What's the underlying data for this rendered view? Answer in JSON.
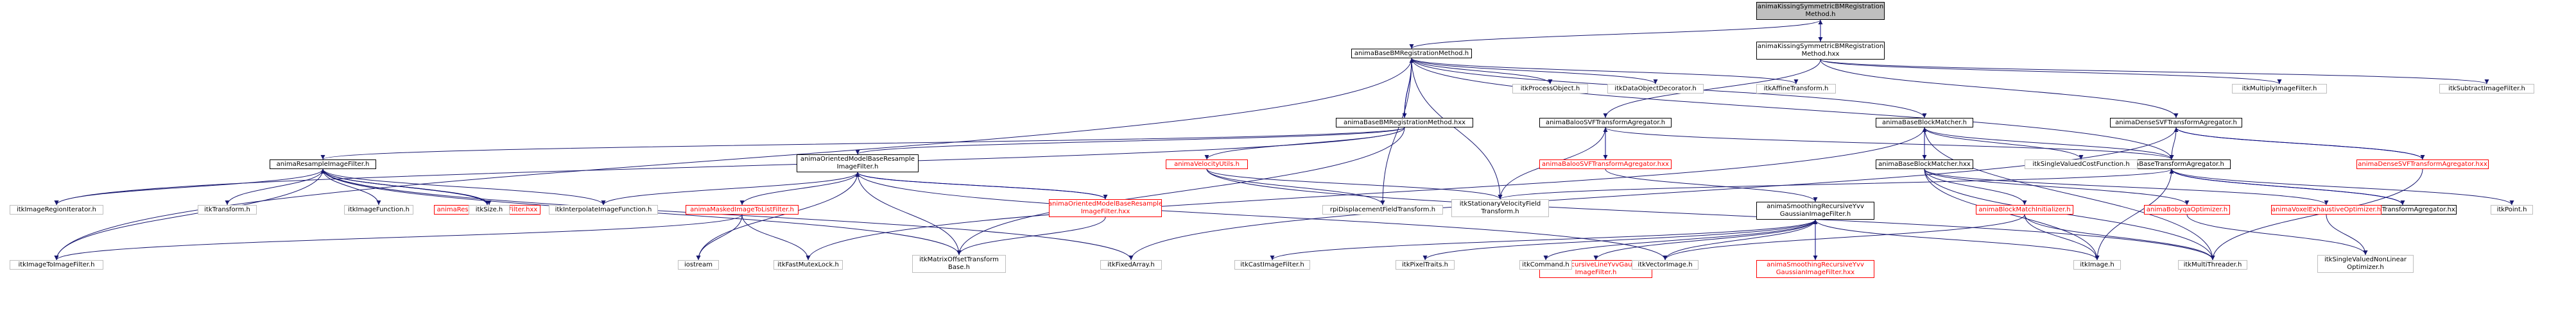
{
  "colors": {
    "edge_include": "#191970",
    "edge_back": "#000080",
    "missing_border": "#ff0000",
    "root_fill": "#bfbfbf",
    "leaf_border": "#bfbfbf"
  },
  "nodes": [
    {
      "id": "root",
      "kind": "root",
      "label": "animaKissingSymmetricBMRegistration\nMethod.h"
    },
    {
      "id": "ksbmhxx",
      "kind": "main",
      "label": "animaKissingSymmetricBMRegistration\nMethod.hxx"
    },
    {
      "id": "bbmh",
      "kind": "main",
      "label": "animaBaseBMRegistrationMethod.h"
    },
    {
      "id": "bbmhxx",
      "kind": "main",
      "label": "animaBaseBMRegistrationMethod.hxx"
    },
    {
      "id": "rsfh",
      "kind": "main",
      "label": "animaResampleImageFilter.h"
    },
    {
      "id": "ombrh",
      "kind": "main",
      "label": "animaOrientedModelBaseResample\nImageFilter.h"
    },
    {
      "id": "velu",
      "kind": "red",
      "label": "animaVelocityUtils.h"
    },
    {
      "id": "balh",
      "kind": "main",
      "label": "animaBalooSVFTransformAgregator.h"
    },
    {
      "id": "balhxx",
      "kind": "red",
      "label": "animaBalooSVFTransformAgregator.hxx"
    },
    {
      "id": "bmh",
      "kind": "main",
      "label": "animaBaseBlockMatcher.h"
    },
    {
      "id": "bmhxx",
      "kind": "main",
      "label": "animaBaseBlockMatcher.hxx"
    },
    {
      "id": "dsvfh",
      "kind": "main",
      "label": "animaDenseSVFTransformAgregator.h"
    },
    {
      "id": "dsvfhxx",
      "kind": "red",
      "label": "animaDenseSVFTransformAgregator.hxx"
    },
    {
      "id": "btah",
      "kind": "main",
      "label": "animaBaseTransformAgregator.h"
    },
    {
      "id": "btahxx",
      "kind": "main",
      "label": "animaBaseTransformAgregator.hxx"
    },
    {
      "id": "srvh",
      "kind": "main",
      "label": "animaSmoothingRecursiveYvv\nGaussianImageFilter.h"
    },
    {
      "id": "srvhxx",
      "kind": "red",
      "label": "animaSmoothingRecursiveYvv\nGaussianImageFilter.hxx"
    },
    {
      "id": "rlyv",
      "kind": "red",
      "label": "animaRecursiveLineYvvGaussian\nImageFilter.h"
    },
    {
      "id": "bmmi",
      "kind": "red",
      "label": "animaBlockMatchInitializer.h"
    },
    {
      "id": "bobyqa",
      "kind": "red",
      "label": "animaBobyqaOptimizer.h"
    },
    {
      "id": "voxel",
      "kind": "red",
      "label": "animaVoxelExhaustiveOptimizer.h"
    },
    {
      "id": "mimtl",
      "kind": "red",
      "label": "animaMaskedImageToListFilter.h"
    },
    {
      "id": "ombrhxx",
      "kind": "red",
      "label": "animaOrientedModelBaseResample\nImageFilter.hxx"
    },
    {
      "id": "rsfhxx",
      "kind": "red",
      "label": "animaResampleImageFilter.hxx"
    },
    {
      "id": "itkProcessObject",
      "kind": "leaf",
      "label": "itkProcessObject.h"
    },
    {
      "id": "itkDataObjectDecorator",
      "kind": "leaf",
      "label": "itkDataObjectDecorator.h"
    },
    {
      "id": "itkAffineTransform",
      "kind": "leaf",
      "label": "itkAffineTransform.h"
    },
    {
      "id": "itkMultiplyImageFilter",
      "kind": "leaf",
      "label": "itkMultiplyImageFilter.h"
    },
    {
      "id": "itkSubtractImageFilter",
      "kind": "leaf",
      "label": "itkSubtractImageFilter.h"
    },
    {
      "id": "itkSingleValuedCostFunction",
      "kind": "leaf",
      "label": "itkSingleValuedCostFunction.h"
    },
    {
      "id": "itkImageRegionIterator",
      "kind": "leaf",
      "label": "itkImageRegionIterator.h"
    },
    {
      "id": "itkTransform",
      "kind": "leaf",
      "label": "itkTransform.h"
    },
    {
      "id": "itkImageFunction",
      "kind": "leaf",
      "label": "itkImageFunction.h"
    },
    {
      "id": "itkSize",
      "kind": "leaf",
      "label": "itkSize.h"
    },
    {
      "id": "itkInterpolateImageFunction",
      "kind": "leaf",
      "label": "itkInterpolateImageFunction.h"
    },
    {
      "id": "rpiDisplacementFieldTransform",
      "kind": "leaf",
      "label": "rpiDisplacementFieldTransform.h"
    },
    {
      "id": "itkStationaryVelocityField",
      "kind": "leaf",
      "label": "itkStationaryVelocityField\nTransform.h"
    },
    {
      "id": "itkPoint",
      "kind": "leaf",
      "label": "itkPoint.h"
    },
    {
      "id": "itkImageToImageFilter",
      "kind": "leaf",
      "label": "itkImageToImageFilter.h"
    },
    {
      "id": "iostream",
      "kind": "leaf",
      "label": "iostream"
    },
    {
      "id": "itkFastMutexLock",
      "kind": "leaf",
      "label": "itkFastMutexLock.h"
    },
    {
      "id": "itkMatrixOffsetTransformBase",
      "kind": "leaf",
      "label": "itkMatrixOffsetTransform\nBase.h"
    },
    {
      "id": "itkFixedArray",
      "kind": "leaf",
      "label": "itkFixedArray.h"
    },
    {
      "id": "itkCastImageFilter",
      "kind": "leaf",
      "label": "itkCastImageFilter.h"
    },
    {
      "id": "itkPixelTraits",
      "kind": "leaf",
      "label": "itkPixelTraits.h"
    },
    {
      "id": "itkCommand",
      "kind": "leaf",
      "label": "itkCommand.h"
    },
    {
      "id": "itkVectorImage",
      "kind": "leaf",
      "label": "itkVectorImage.h"
    },
    {
      "id": "itkImage",
      "kind": "leaf",
      "label": "itkImage.h"
    },
    {
      "id": "itkMultiThreader",
      "kind": "leaf",
      "label": "itkMultiThreader.h"
    },
    {
      "id": "itkSingleValuedNonLinearOptimizer",
      "kind": "leaf",
      "label": "itkSingleValuedNonLinear\nOptimizer.h"
    }
  ],
  "edges": [
    [
      "root",
      "bbmh"
    ],
    [
      "root",
      "ksbmhxx"
    ],
    [
      "ksbmhxx",
      "root"
    ],
    [
      "ksbmhxx",
      "dsvfh"
    ],
    [
      "ksbmhxx",
      "balh"
    ],
    [
      "ksbmhxx",
      "itkMultiplyImageFilter"
    ],
    [
      "ksbmhxx",
      "itkSubtractImageFilter"
    ],
    [
      "bbmh",
      "bbmhxx"
    ],
    [
      "bbmhxx",
      "bbmh"
    ],
    [
      "bbmh",
      "itkProcessObject"
    ],
    [
      "bbmh",
      "itkDataObjectDecorator"
    ],
    [
      "bbmh",
      "itkAffineTransform"
    ],
    [
      "bbmh",
      "itkStationaryVelocityField"
    ],
    [
      "bbmh",
      "rpiDisplacementFieldTransform"
    ],
    [
      "bbmh",
      "bmh"
    ],
    [
      "bbmh",
      "btah"
    ],
    [
      "bbmh",
      "itkImageToImageFilter"
    ],
    [
      "bbmhxx",
      "rsfh"
    ],
    [
      "bbmhxx",
      "ombrh"
    ],
    [
      "bbmhxx",
      "velu"
    ],
    [
      "bbmhxx",
      "itkImageRegionIterator"
    ],
    [
      "bbmhxx",
      "itkMatrixOffsetTransformBase"
    ],
    [
      "rsfh",
      "rsfhxx"
    ],
    [
      "rsfhxx",
      "rsfh"
    ],
    [
      "rsfh",
      "itkImageRegionIterator"
    ],
    [
      "rsfh",
      "itkTransform"
    ],
    [
      "rsfh",
      "itkImageFunction"
    ],
    [
      "rsfh",
      "itkSize"
    ],
    [
      "rsfh",
      "itkInterpolateImageFunction"
    ],
    [
      "rsfh",
      "itkImageToImageFilter"
    ],
    [
      "rsfh",
      "itkMatrixOffsetTransformBase"
    ],
    [
      "rsfh",
      "itkFixedArray"
    ],
    [
      "ombrh",
      "ombrhxx"
    ],
    [
      "ombrhxx",
      "ombrh"
    ],
    [
      "ombrh",
      "mimtl"
    ],
    [
      "ombrh",
      "itkInterpolateImageFunction"
    ],
    [
      "ombrh",
      "iostream"
    ],
    [
      "ombrh",
      "itkMatrixOffsetTransformBase"
    ],
    [
      "ombrh",
      "itkVectorImage"
    ],
    [
      "ombrhxx",
      "itkMatrixOffsetTransformBase"
    ],
    [
      "mimtl",
      "itkImageToImageFilter"
    ],
    [
      "mimtl",
      "iostream"
    ],
    [
      "mimtl",
      "itkFastMutexLock"
    ],
    [
      "velu",
      "rpiDisplacementFieldTransform"
    ],
    [
      "velu",
      "itkStationaryVelocityField"
    ],
    [
      "velu",
      "itkMultiThreader"
    ],
    [
      "balh",
      "balhxx"
    ],
    [
      "balhxx",
      "balh"
    ],
    [
      "balh",
      "btah"
    ],
    [
      "balh",
      "itkStationaryVelocityField"
    ],
    [
      "balhxx",
      "srvh"
    ],
    [
      "bmh",
      "bmhxx"
    ],
    [
      "bmhxx",
      "bmh"
    ],
    [
      "bmh",
      "btah"
    ],
    [
      "bmh",
      "itkSingleValuedCostFunction"
    ],
    [
      "bmh",
      "itkMultiThreader"
    ],
    [
      "bmh",
      "itkFastMutexLock"
    ],
    [
      "bmhxx",
      "bmmi"
    ],
    [
      "bmhxx",
      "bobyqa"
    ],
    [
      "bmhxx",
      "voxel"
    ],
    [
      "bmhxx",
      "itkImage"
    ],
    [
      "bmhxx",
      "itkMultiThreader"
    ],
    [
      "dsvfh",
      "dsvfhxx"
    ],
    [
      "dsvfhxx",
      "dsvfh"
    ],
    [
      "dsvfh",
      "btah"
    ],
    [
      "dsvfhxx",
      "itkMultiThreader"
    ],
    [
      "dsvfh",
      "itkFixedArray"
    ],
    [
      "btah",
      "btahxx"
    ],
    [
      "btahxx",
      "btah"
    ],
    [
      "btah",
      "itkPoint"
    ],
    [
      "btah",
      "itkImage"
    ],
    [
      "btah",
      "itkStationaryVelocityField"
    ],
    [
      "srvh",
      "srvhxx"
    ],
    [
      "srvhxx",
      "srvh"
    ],
    [
      "srvh",
      "itkCastImageFilter"
    ],
    [
      "srvh",
      "itkPixelTraits"
    ],
    [
      "srvh",
      "itkCommand"
    ],
    [
      "srvh",
      "itkVectorImage"
    ],
    [
      "srvh",
      "rlyv"
    ],
    [
      "srvh",
      "itkImage"
    ],
    [
      "bmmi",
      "itkImage"
    ],
    [
      "bmmi",
      "itkVectorImage"
    ],
    [
      "bmmi",
      "itkMultiThreader"
    ],
    [
      "bobyqa",
      "itkSingleValuedNonLinearOptimizer"
    ],
    [
      "voxel",
      "itkSingleValuedNonLinearOptimizer"
    ]
  ]
}
